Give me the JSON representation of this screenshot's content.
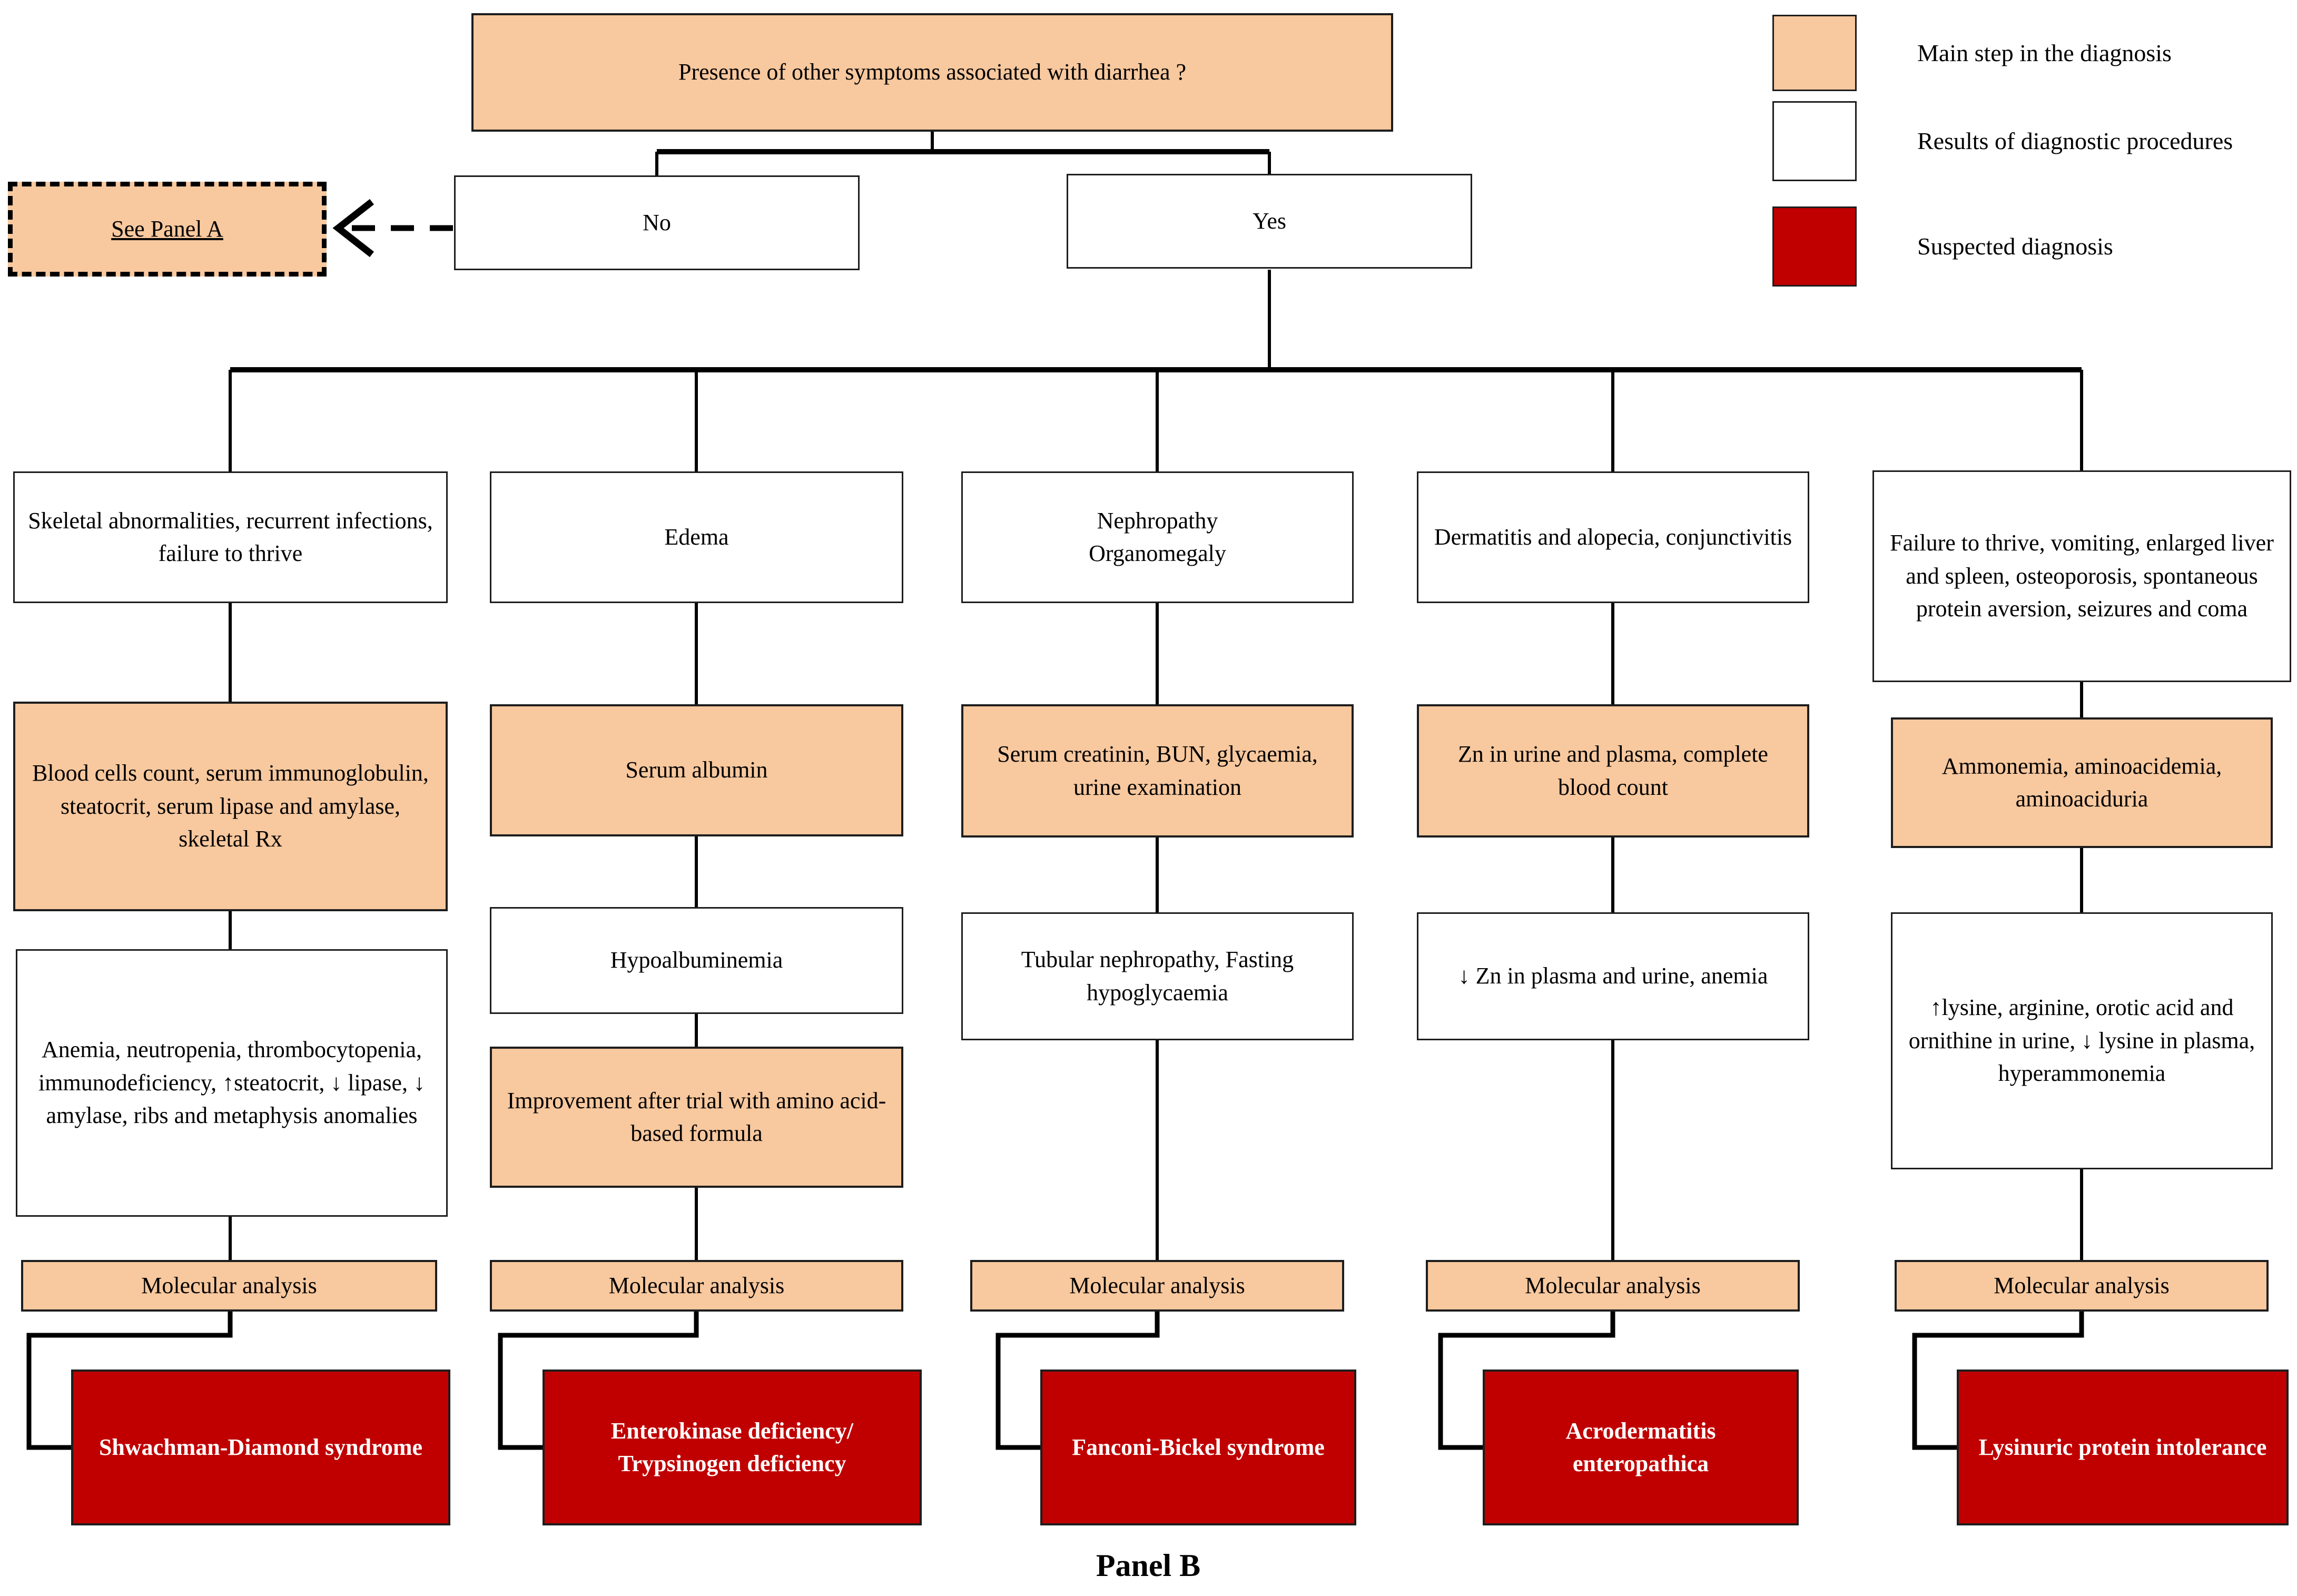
{
  "panel_label": "Panel B",
  "top_question": "Presence of other symptoms associated with diarrhea ?",
  "branch": {
    "no": "No",
    "yes": "Yes"
  },
  "see_panel_a": "See Panel A",
  "legend": {
    "items": [
      {
        "label": "Main step in the diagnosis",
        "type": "main-step"
      },
      {
        "label": "Results of diagnostic procedures",
        "type": "results"
      },
      {
        "label": "Suspected diagnosis",
        "type": "diagnosis"
      }
    ]
  },
  "colors": {
    "main_step": "#F8C89E",
    "results": "#FFFFFF",
    "diagnosis": "#C00000",
    "line": "#000000"
  },
  "columns": [
    {
      "symptoms": "Skeletal abnormalities, recurrent infections, failure to thrive",
      "main_step": "Blood cells count, serum immunoglobulin, steatocrit, serum lipase and amylase, skeletal Rx",
      "results": "Anemia, neutropenia, thrombocytopenia, immunodeficiency, ↑steatocrit, ↓ lipase, ↓ amylase, ribs and metaphysis anomalies",
      "molecular_label": "Molecular analysis",
      "diagnosis": "Shwachman-Diamond syndrome"
    },
    {
      "symptoms": "Edema",
      "main_step": "Serum albumin",
      "results": "Hypoalbuminemia",
      "followup_step": "Improvement after trial with amino acid-based formula",
      "molecular_label": "Molecular analysis",
      "diagnosis": "Enterokinase deficiency/ Trypsinogen deficiency"
    },
    {
      "symptoms": "Nephropathy\nOrganomegaly",
      "main_step": "Serum creatinin, BUN, glycaemia, urine examination",
      "results": "Tubular nephropathy, Fasting hypoglycaemia",
      "molecular_label": "Molecular analysis",
      "diagnosis": "Fanconi-Bickel syndrome"
    },
    {
      "symptoms": "Dermatitis and alopecia, conjunctivitis",
      "main_step": "Zn in urine and plasma, complete blood count",
      "results": "↓ Zn in plasma and urine, anemia",
      "molecular_label": "Molecular analysis",
      "diagnosis": "Acrodermatitis enteropathica"
    },
    {
      "symptoms": "Failure to thrive, vomiting, enlarged liver and spleen, osteoporosis, spontaneous protein aversion, seizures and coma",
      "main_step": "Ammonemia, aminoacidemia, aminoaciduria",
      "results": "↑lysine, arginine, orotic acid and ornithine in urine, ↓ lysine in plasma, hyperammonemia",
      "molecular_label": "Molecular analysis",
      "diagnosis": "Lysinuric protein intolerance"
    }
  ]
}
